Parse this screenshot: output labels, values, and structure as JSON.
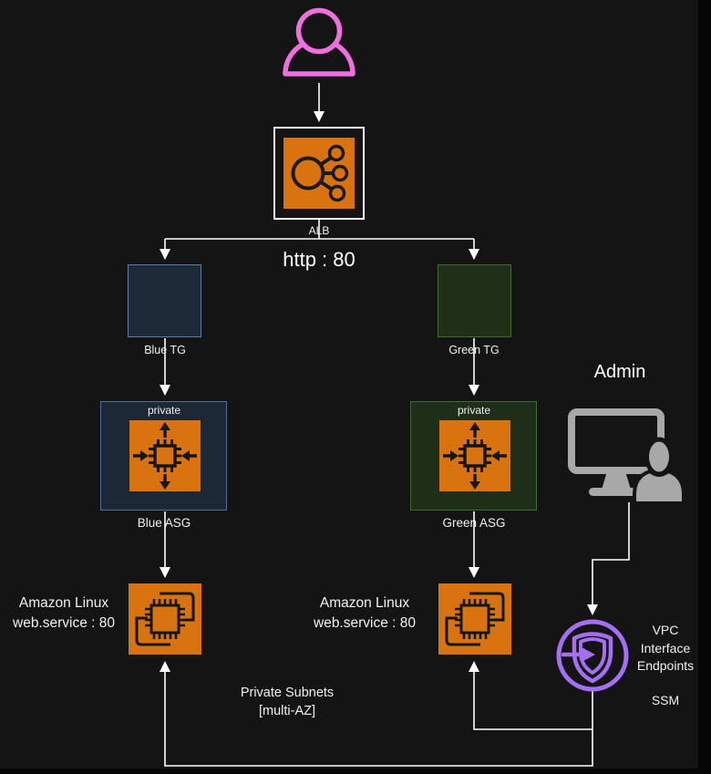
{
  "colors": {
    "background": "#141414",
    "aws_orange": "#d9730f",
    "blue_fill": "#1f2a38",
    "blue_border": "#5c7ea6",
    "green_fill": "#203018",
    "green_border": "#3e6b2e",
    "endpoint_purple": "#a46ff2",
    "user_pink": "#f06fdf",
    "admin_gray": "#a8a8a8",
    "connector_white": "#ffffff"
  },
  "nodes": {
    "user": {
      "icon": "user-icon"
    },
    "alb": {
      "label": "ALB"
    },
    "traffic": {
      "label": "http : 80"
    },
    "blue_tg": {
      "label": "Blue TG"
    },
    "green_tg": {
      "label": "Green TG"
    },
    "blue_asg": {
      "subnet": "private",
      "label": "Blue ASG"
    },
    "green_asg": {
      "subnet": "private",
      "label": "Green ASG"
    },
    "admin": {
      "label": "Admin"
    },
    "ec2_blue": {
      "line1": "Amazon Linux",
      "line2": "web.service : 80"
    },
    "ec2_green": {
      "line1": "Amazon Linux",
      "line2": "web.service : 80"
    },
    "vpc_endpoint": {
      "line1": "VPC",
      "line2": "Interface",
      "line3": "Endpoints",
      "service": "SSM"
    },
    "subnet_note": {
      "line1": "Private Subnets",
      "line2": "[multi-AZ]"
    }
  }
}
